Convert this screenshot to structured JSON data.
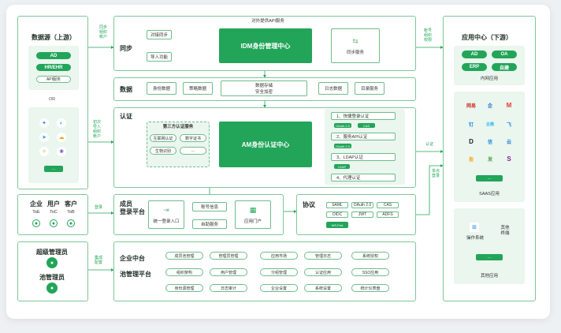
{
  "left": {
    "upstream_title": "数据源（上游）",
    "ad": "AD",
    "hr": "HR/EHR",
    "api": "API服务",
    "or": "OR",
    "ellipsis": "...",
    "users_title": [
      "企业",
      "用户",
      "客户"
    ],
    "users_sub": [
      "ToE",
      "ToC",
      "ToB"
    ],
    "admin1": "超级管理员",
    "admin2": "池管理员"
  },
  "arrows": {
    "sync": "同步\n组织\n帐户",
    "import": "初次\n导入\n组织\n帐户",
    "login": "登录",
    "config": "集成\n配置",
    "push": "帐号\n组织\n权限",
    "auth": "认证",
    "sso": "单点\n登录"
  },
  "sync": {
    "title": "同步",
    "api_label": "对外提供API服务",
    "btn1": "对接同步",
    "btn2": "导入功能",
    "center": "IDM身份管理中心",
    "service": "同步服务"
  },
  "data": {
    "title": "数据",
    "items": [
      "身份数据",
      "策略数据",
      "数据存储\n安全加密",
      "日志数据",
      "目录服务"
    ]
  },
  "auth": {
    "title": "认证",
    "third_title": "第三方认证服务",
    "third": [
      "互联网认证",
      "数字证书",
      "生物识别",
      "..."
    ],
    "center": "AM身份认证中心",
    "list": [
      "1、快捷登录认证",
      "2、服务API认证",
      "3、LDAP认证",
      "4、代理认证"
    ],
    "tags1": [
      "OAuth 2.0",
      "CAS"
    ],
    "tags2": [
      "OAuth 2.0"
    ],
    "tags3": [
      "LDAP"
    ]
  },
  "member": {
    "title": "成员\n登录平台",
    "entry": "统一登录入口",
    "info": "账号信息",
    "self": "自助服务",
    "portal": "应用门户"
  },
  "protocol": {
    "title": "协议",
    "tags": [
      "SAML",
      "OAuth 2.0",
      "CAS",
      "OIDC",
      "JWT",
      "ADFS",
      "WS-Fed"
    ]
  },
  "platform": {
    "title1": "企业中台",
    "title2": "池管理平台",
    "rows": [
      [
        "成员池管理",
        "管理员管理",
        "应用市场",
        "管理日志",
        "系统授权"
      ],
      [
        "组织架构",
        "用户管理",
        "分组管理",
        "认证应用",
        "SSO应用"
      ],
      [
        "身份源管理",
        "日志审计",
        "企业设置",
        "系统设置",
        "统计仪表盘"
      ]
    ]
  },
  "right": {
    "title": "应用中心（下游）",
    "internal": [
      "AD",
      "OA",
      "ERP",
      "自建"
    ],
    "internal_label": "内网应用",
    "saas_label": "SAAS应用",
    "other_label": "其他应用",
    "ops": "操作系统",
    "term": "其他\n终端",
    "ellipsis": "...",
    "logos": [
      "网易",
      "企",
      "M",
      "钉",
      "企微",
      "飞",
      "D",
      "信",
      "云",
      "盈",
      "发",
      "S"
    ]
  }
}
